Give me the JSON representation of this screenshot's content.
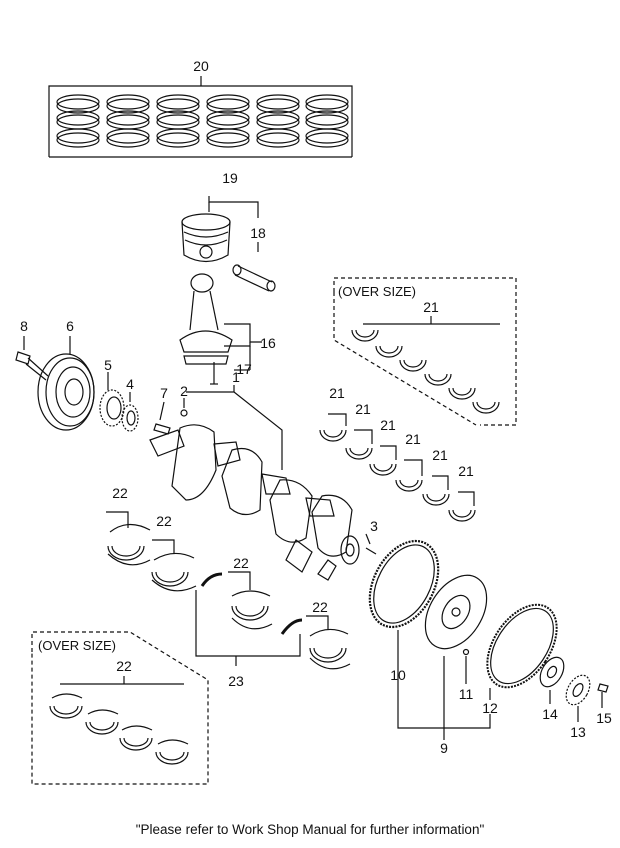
{
  "callouts": {
    "c1": "1",
    "c2": "2",
    "c3": "3",
    "c4": "4",
    "c5": "5",
    "c6": "6",
    "c7": "7",
    "c8": "8",
    "c9": "9",
    "c10": "10",
    "c11": "11",
    "c12": "12",
    "c13": "13",
    "c14": "14",
    "c15": "15",
    "c16": "16",
    "c17": "17",
    "c18": "18",
    "c19": "19",
    "c20": "20",
    "c21a": "21",
    "c21b": "21",
    "c21c": "21",
    "c21d": "21",
    "c21e": "21",
    "c21f": "21",
    "c21g": "21",
    "c22a": "22",
    "c22b": "22",
    "c22c": "22",
    "c22d": "22",
    "c22e": "22",
    "c23": "23"
  },
  "oversize_boxes": {
    "upper_title": "(OVER SIZE)",
    "lower_title": "(OVER SIZE)"
  },
  "footer": {
    "note": "\"Please refer to Work Shop Manual for further information\""
  }
}
